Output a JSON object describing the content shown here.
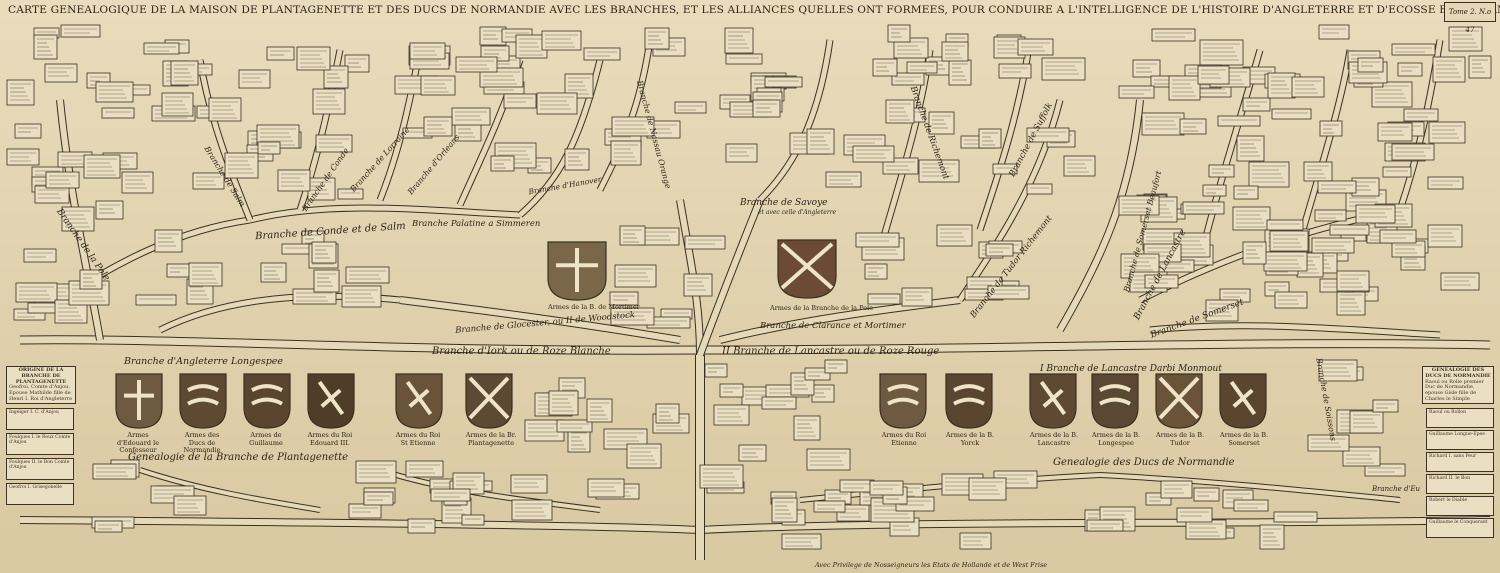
{
  "title": "CARTE GENEALOGIQUE DE LA MAISON DE PLANTAGENETTE ET DES DUCS DE NORMANDIE AVEC LES BRANCHES, ET LES ALLIANCES QUELLES ONT FORMEES, POUR CONDUIRE A L'INTELLIGENCE DE L'HISTOIRE D'ANGLETERRE ET D'ECOSSE ET D'IRLANDE",
  "tome": "Tome 2. N.o 47",
  "privilege": "Avec Privilege de Nosseigneurs les Etats de Hollande et de West Frise",
  "branches": {
    "conde_salm": "Branche de Conde et de Salm",
    "palatine": "Branche Palatine a Simmeren",
    "savoye": "Branche de Savoye",
    "savoye_sub": "et avec celle d'Angleterre",
    "hanover": "Branche d'Hanover",
    "orleans": "Branche d'Orleans",
    "lorraine": "Branche de Lorraine",
    "conde": "Branche de Conde",
    "salm": "Branche de Salm",
    "pole": "Branche de la Pole",
    "nassau": "Branche de Nassau Orange",
    "york_white": "Branche d'Iork ou de Roze Blanche",
    "lancastre_red": "II Branche de Lancastre ou de Roze Rouge",
    "glocester": "Branche de Glocester, ou II de Woodstock",
    "clarence": "Branche de Clarance et Mortimer",
    "tudor": "Branche de Tudor Richemont",
    "richemont": "Branche de Richemont",
    "suffolk": "Branche de Suffolk",
    "lancastre": "Branche de Lancastre",
    "somerset": "Branche de Somerset",
    "somerset_beaufort": "Branche de Somerset Beaufort",
    "longespee": "Branche d'Angleterre Longespee",
    "lancastre_darbi": "I Branche de Lancastre Darbi Monmout",
    "soissons": "Branche de Soissons",
    "eu": "Branche d'Eu"
  },
  "sections": {
    "plantagenette": "Genealogie de la Branche de Plantagenette",
    "normandie": "Genealogie des Ducs de Normandie",
    "origine": "ORIGINE DE LA BRANCHE DE PLANTAGENETTE",
    "normandie_box": "GENEALOGIE DES DUCS DE NORMANDIE"
  },
  "arms": [
    {
      "caption": "Armes de la B. de Mortimer",
      "tint": "#7a6648"
    },
    {
      "caption": "Armes de la Branche de la Pole",
      "tint": "#6b4a36"
    },
    {
      "caption": "Armes d'Edouard le Confesseur",
      "tint": "#6d5a40"
    },
    {
      "caption": "Armes des Ducs de Normandie",
      "tint": "#5e4a33"
    },
    {
      "caption": "Armes de Guillaume",
      "tint": "#5a4630"
    },
    {
      "caption": "Armes du Roi Edouard III.",
      "tint": "#4f3d2a"
    },
    {
      "caption": "Armes du Roi St Etienne",
      "tint": "#6a5438"
    },
    {
      "caption": "Armes de la Br. Plantagenette",
      "tint": "#5c4a35"
    },
    {
      "caption": "Armes du Roi Etienne",
      "tint": "#6d5a40"
    },
    {
      "caption": "Armes de la B. Yorck",
      "tint": "#5a4630"
    },
    {
      "caption": "Armes de la B. Lancastre",
      "tint": "#5e4a33"
    },
    {
      "caption": "Armes de la B. Longespee",
      "tint": "#5a4834"
    },
    {
      "caption": "Armes de la B. Tudor",
      "tint": "#6a5438"
    },
    {
      "caption": "Armes de la B. Somerset",
      "tint": "#5a4630"
    }
  ],
  "entries": {
    "origine_text": "Geofroi, Comte d'Anjou, Epouse Mathilde fille de Henri I. Roi d'Angleterre",
    "normandie_text": "Raoul ou Rolle premier Duc de Normandie, epouse Gisle fille de Charles le Simple",
    "plantagenet_1": "Ingelger I. C. d'Anjou",
    "plantagenet_2": "Foulques I. le Roux Comte d'Anjou",
    "plantagenet_3": "Foulques II. le Bon Comte d'Anjou",
    "plantagenet_4": "Geofroi I. Grisegonelle",
    "norm_1": "Raoul ou Rollon",
    "norm_2": "Guillaume Longue-Epee",
    "norm_3": "Richard I. sans Peur",
    "norm_4": "Richard II. le Bon",
    "norm_5": "Robert le Diable",
    "norm_6": "Guillaume le Conquerant"
  }
}
